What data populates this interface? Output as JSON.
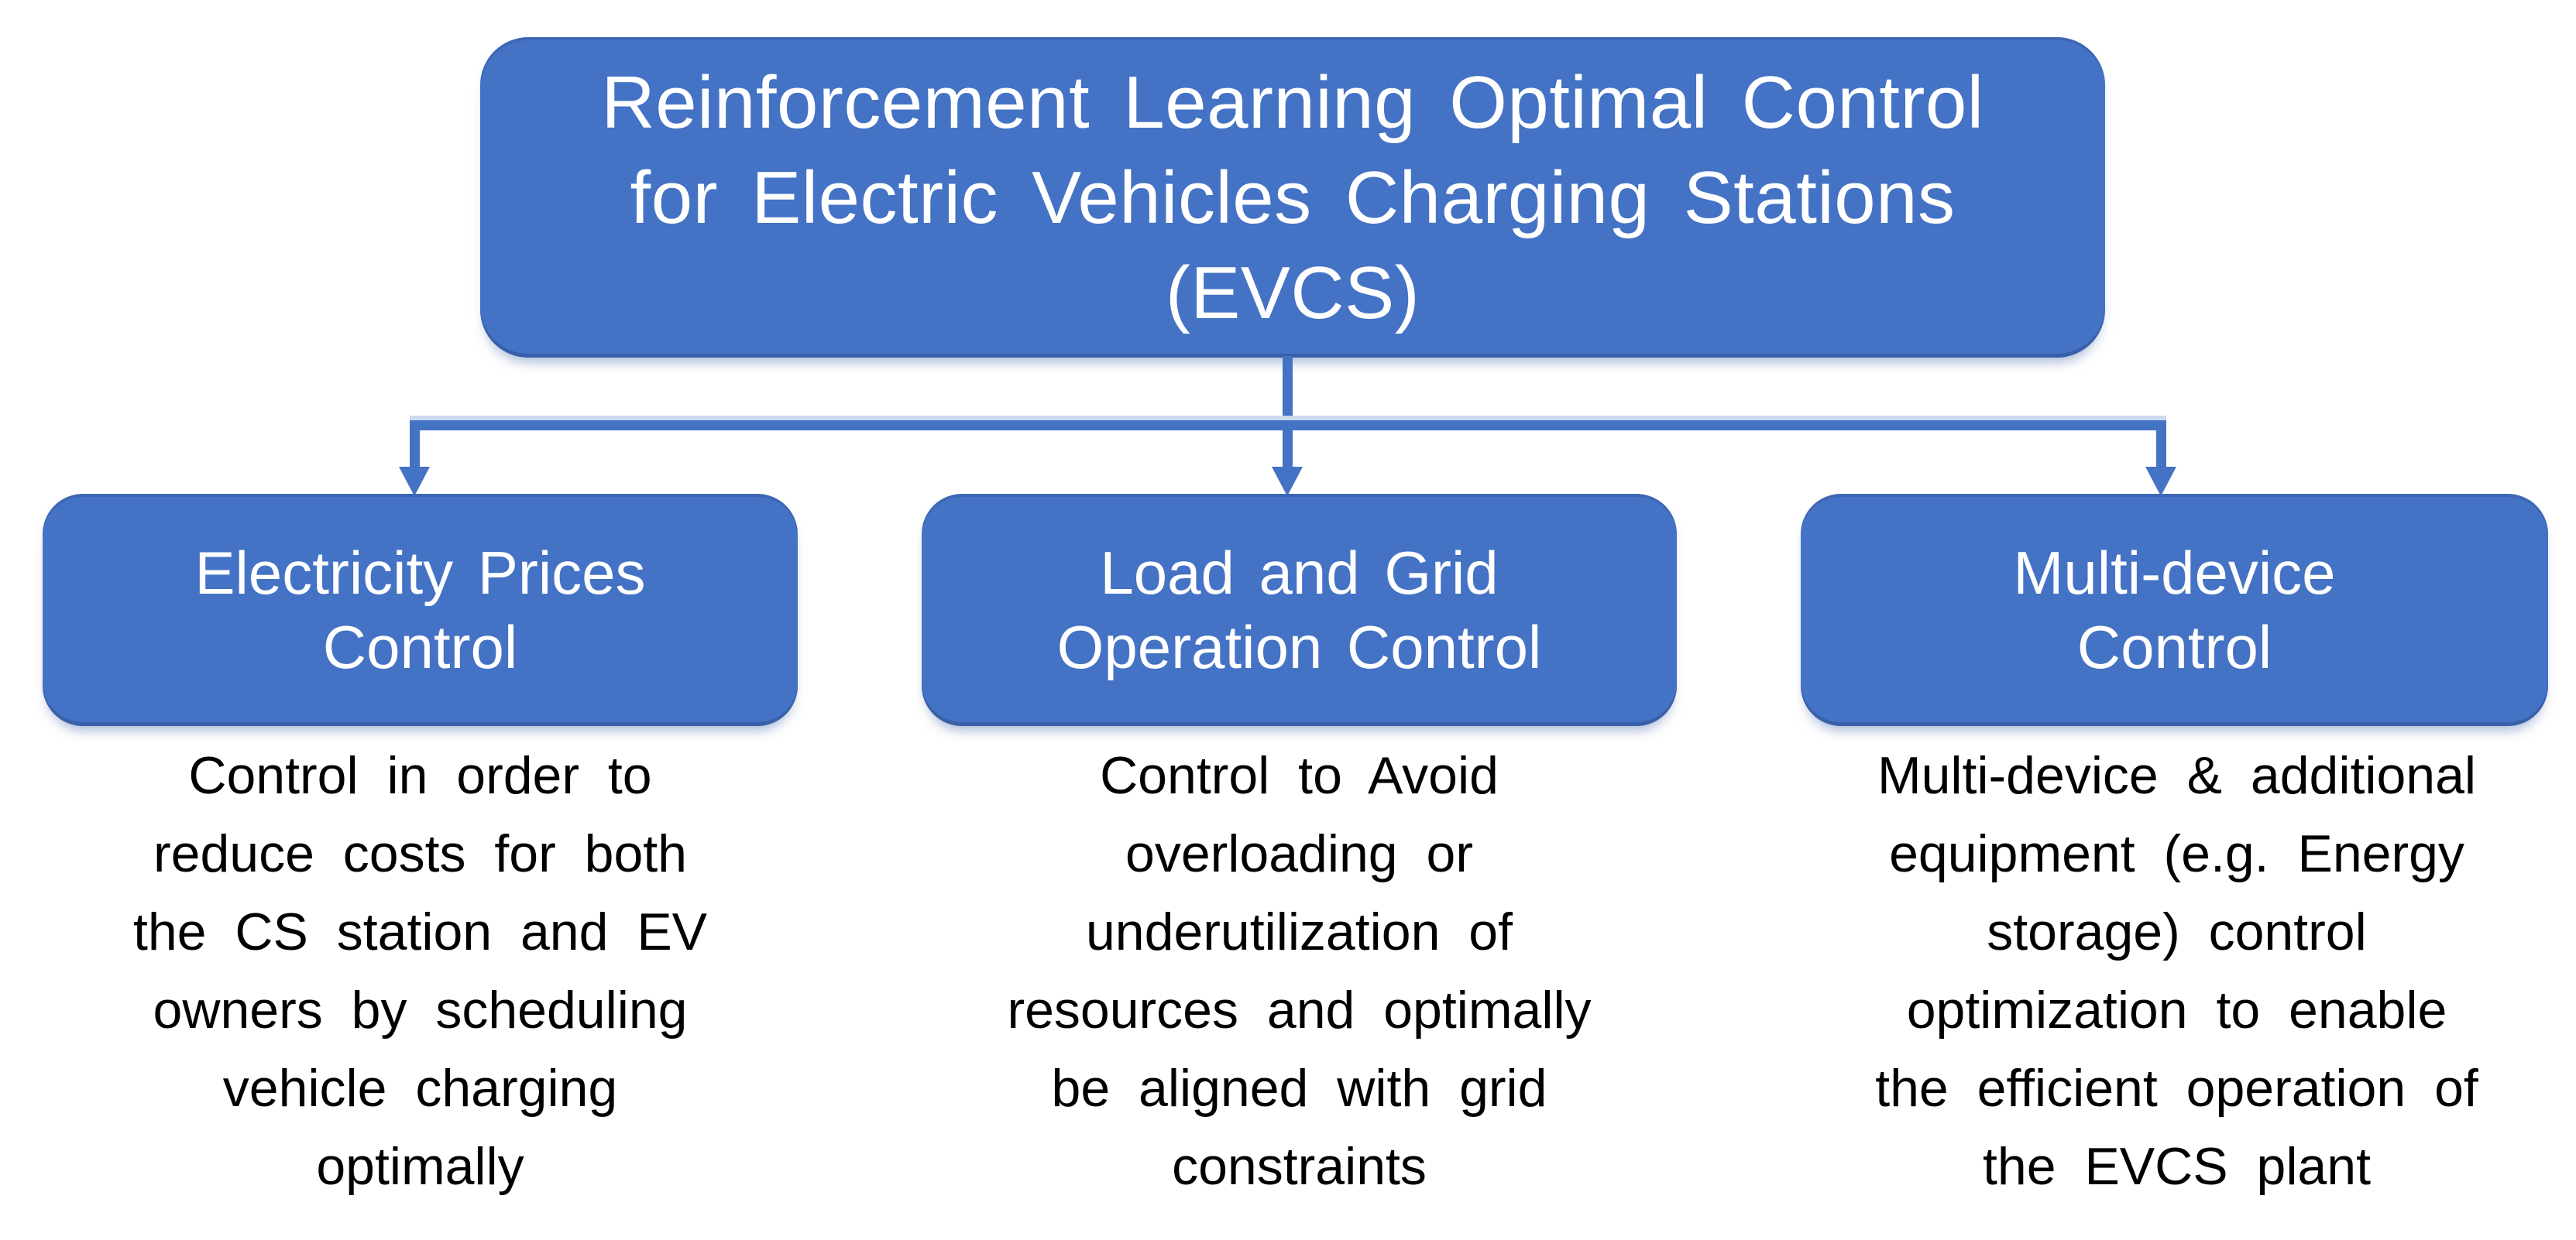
{
  "diagram": {
    "root": {
      "title": "Reinforcement Learning Optimal Control\nfor Electric Vehicles Charging Stations\n(EVCS)"
    },
    "branches": [
      {
        "title": "Electricity Prices\nControl",
        "description": "Control in order to\nreduce costs for both\nthe CS station and EV\nowners by scheduling\nvehicle charging\noptimally"
      },
      {
        "title": "Load and Grid\nOperation Control",
        "description": "Control to Avoid\noverloading or\nunderutilization of\nresources and optimally\nbe aligned with grid\nconstraints"
      },
      {
        "title": "Multi-device\nControl",
        "description": "Multi-device & additional\nequipment (e.g. Energy\nstorage) control\noptimization to enable\nthe efficient operation of\nthe EVCS plant"
      }
    ],
    "colors": {
      "node_fill": "#4472C4",
      "connector": "#4472C4",
      "connector_highlight": "#CDD9EE",
      "title_text": "#FFFFFF",
      "body_text": "#000000",
      "background": "#FFFFFF"
    }
  }
}
